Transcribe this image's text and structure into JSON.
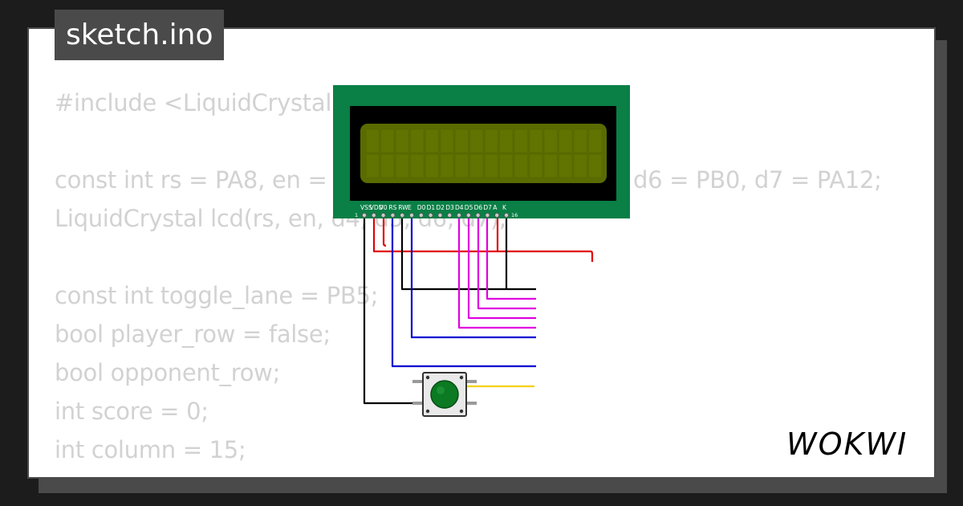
{
  "header": {
    "filename": "sketch.ino"
  },
  "code": {
    "lines": [
      "#include <LiquidCrystal.h>",
      "",
      "const int rs = PA8, en = PA9, d4 = PB4, d5 = PB5, d6 = PB0, d7 = PA12;",
      "LiquidCrystal lcd(rs, en, d4, d5, d6, d7);",
      "",
      "const int toggle_lane = PB5;",
      "bool player_row = false;",
      "bool opponent_row;",
      "int score = 0;",
      "int column = 15;"
    ]
  },
  "lcd": {
    "pin_labels": [
      "VSS",
      "VDD",
      "V0",
      "RS",
      "RW",
      "E",
      "D0",
      "D1",
      "D2",
      "D3",
      "D4",
      "D5",
      "D6",
      "D7",
      "A",
      "K"
    ],
    "pin_first": "1",
    "pin_last": "16"
  },
  "brand": {
    "logo": "WOKWI"
  },
  "colors": {
    "background": "#1c1c1c",
    "card": "#ffffff",
    "card_shadow": "#4a4a4a",
    "code_text": "#d2d2d2",
    "lcd_board": "#0a7f46",
    "lcd_screen": "#5a6b00",
    "wire_red": "#e00000",
    "wire_black": "#000000",
    "wire_blue": "#0000d0",
    "wire_magenta": "#e000e0",
    "wire_yellow": "#f5d000",
    "button_cap": "#0b7a22"
  }
}
